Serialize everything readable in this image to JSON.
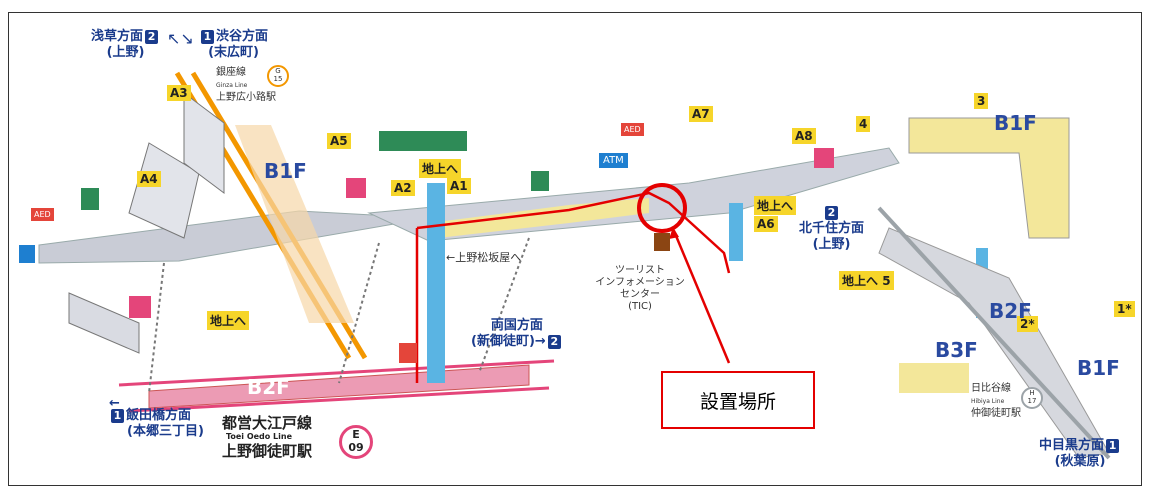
{
  "floors": {
    "b1f_left": "B1F",
    "b1f_right_top": "B1F",
    "b2f_left": "B2F",
    "b2f_right": "B2F",
    "b3f_right": "B3F",
    "b1f_right_bottom": "B1F"
  },
  "directions": {
    "asakusa": {
      "label": "浅草方面",
      "num": "2",
      "sub": "(上野)"
    },
    "shibuya": {
      "num": "1",
      "label": "渋谷方面",
      "sub": "(末広町)"
    },
    "ryogoku": {
      "label": "両国方面",
      "sub": "(新御徒町)",
      "num": "2"
    },
    "iidabashi": {
      "num": "1",
      "label": "飯田橋方面",
      "sub": "(本郷三丁目)"
    },
    "kitasenju": {
      "num": "2",
      "label": "北千住方面",
      "sub": "(上野)"
    },
    "nakameguro": {
      "label": "中目黒方面",
      "num": "1",
      "sub": "(秋葉原)"
    }
  },
  "ginza_line": {
    "name": "銀座線",
    "romaji": "Ginza Line",
    "code_letter": "G",
    "code_number": "15",
    "station": "上野広小路駅"
  },
  "hibiya_line": {
    "name": "日比谷線",
    "romaji": "Hibiya Line",
    "code_letter": "H",
    "code_number": "17",
    "station": "仲御徒町駅"
  },
  "oedo_line": {
    "name": "都営大江戸線",
    "romaji": "Toei Oedo Line",
    "code_letter": "E",
    "code_number": "09",
    "station": "上野御徒町駅"
  },
  "exits": {
    "A1": "A1",
    "A2": "A2",
    "A3": "A3",
    "A4": "A4",
    "A5": "A5",
    "A6": "A6",
    "A7": "A7",
    "A8": "A8",
    "e1": "1*",
    "e2": "2*",
    "e3": "3",
    "e4": "4",
    "e5": "5"
  },
  "to_ground": "地上へ",
  "to_uenomatsuzakaya": "上野松坂屋へ",
  "tourist_info": {
    "line1": "ツーリスト",
    "line2": "インフォメーション",
    "line3": "センター",
    "line4": "(TIC)"
  },
  "callout_label": "設置場所",
  "facility_labels": {
    "atm": "ATM",
    "aed": "AED"
  },
  "colors": {
    "oedo": "#e4457a",
    "ginza": "#f39700",
    "hibiya": "#9ca3a8",
    "accent_blue": "#1a3b8c",
    "exit_yellow": "#f6d52a",
    "highlight_red": "#e40000"
  }
}
